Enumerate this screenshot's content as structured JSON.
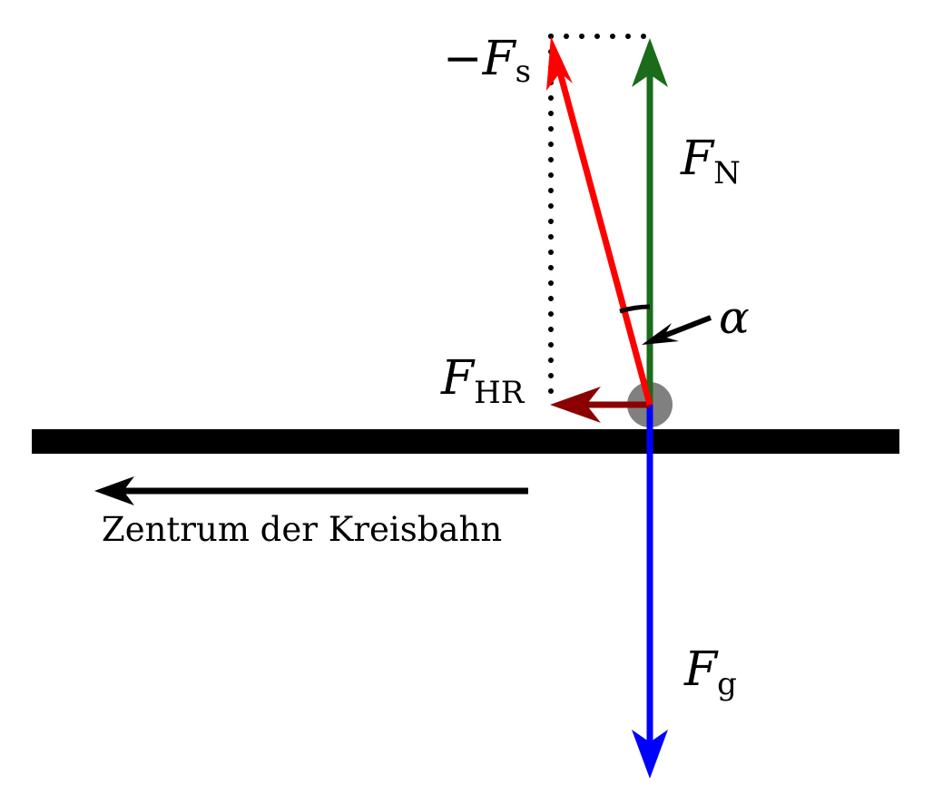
{
  "labels": {
    "fs_sign": "−",
    "fs_main": "F",
    "fs_sub": "s",
    "fn_main": "F",
    "fn_sub": "N",
    "fhr_main": "F",
    "fhr_sub": "HR",
    "fg_main": "F",
    "fg_sub": "g",
    "alpha": "α",
    "center": "Zentrum der Kreisbahn"
  },
  "colors": {
    "fs": "#ff0000",
    "fn": "#1a6b1a",
    "fhr": "#8b0000",
    "fg": "#0000ff",
    "ground": "#000000",
    "mass": "#808080",
    "dots": "#000000"
  }
}
